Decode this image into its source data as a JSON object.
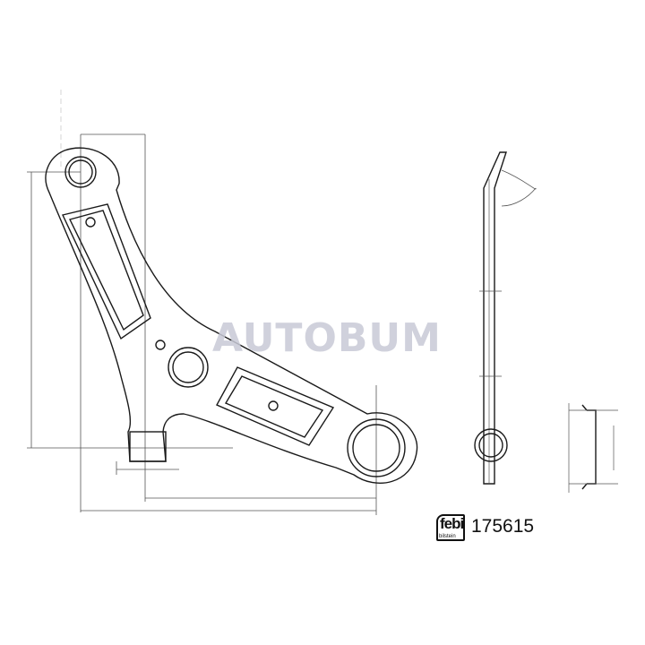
{
  "drawing": {
    "brand_logo_text": "febi",
    "brand_logo_subtext": "bilstein",
    "part_number": "175615",
    "watermark": "AUTOBUM",
    "line_color": "#1a1a1a",
    "dimension_line_color": "#555555",
    "watermark_color": "#c8cad6"
  }
}
